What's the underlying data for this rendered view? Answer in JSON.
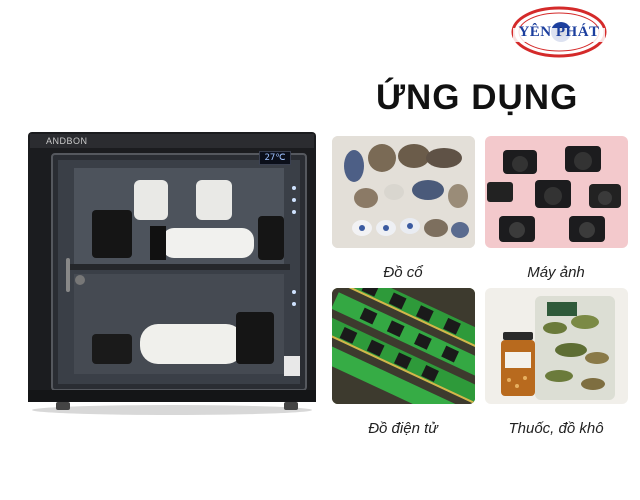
{
  "logo": {
    "text": "YÊN PHÁT",
    "colors": {
      "ring": "#d42a2a",
      "text": "#1c3f9e"
    }
  },
  "heading": "ỨNG DỤNG",
  "cabinet": {
    "brand": "ANDBON",
    "display": "27℃"
  },
  "applications": [
    {
      "label": "Đồ cổ",
      "image": "antique-ceramics"
    },
    {
      "label": "Máy ảnh",
      "image": "cameras-on-pink"
    },
    {
      "label": "Đồ điện tử",
      "image": "ram-circuit-boards"
    },
    {
      "label": "Thuốc, đồ khô",
      "image": "medicine-bottle-and-dried-herbs"
    }
  ]
}
